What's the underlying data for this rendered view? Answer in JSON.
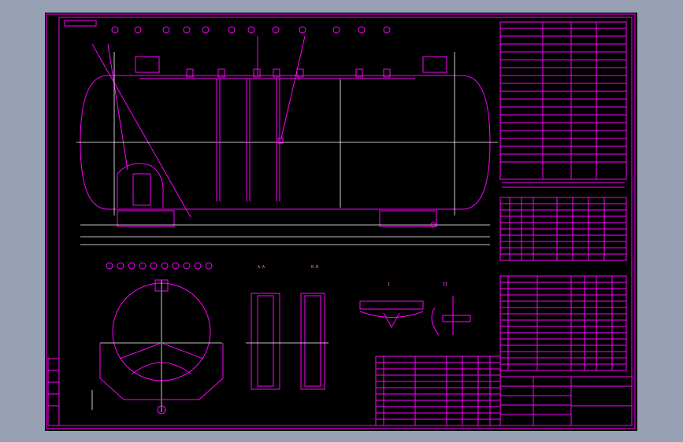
{
  "drawing": {
    "background_color": "#97a0b2",
    "sheet_color": "#000000",
    "line_color": "#ff00ff",
    "dim_color": "#ffffff",
    "section_labels": [
      "A-A",
      "B-B",
      "I",
      "II"
    ]
  }
}
